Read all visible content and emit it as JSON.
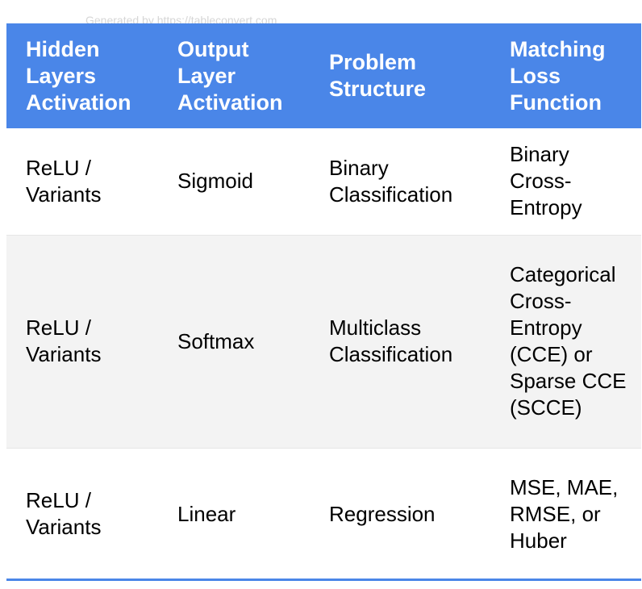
{
  "watermark": "Generated by https://tableconvert.com",
  "table": {
    "headers": [
      "Hidden Layers Activation",
      "Output Layer Activation",
      "Problem Structure",
      "Matching Loss Function"
    ],
    "rows": [
      [
        "ReLU / Variants",
        "Sigmoid",
        "Binary Classification",
        "Binary Cross-Entropy"
      ],
      [
        "ReLU / Variants",
        "Softmax",
        "Multiclass Classification",
        "Categorical Cross-Entropy (CCE) or Sparse CCE (SCCE)"
      ],
      [
        "ReLU / Variants",
        "Linear",
        "Regression",
        "MSE, MAE, RMSE, or Huber"
      ]
    ]
  },
  "colors": {
    "header_bg": "#4a86e8",
    "header_text": "#ffffff",
    "striped_row_bg": "#f3f3f3",
    "bottom_rule": "#4a86e8"
  }
}
